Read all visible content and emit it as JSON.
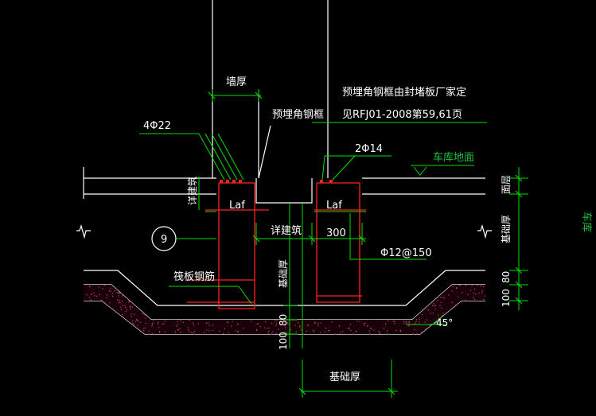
{
  "colors": {
    "background": "#000000",
    "outline": "#ffffff",
    "dimension": "#00e000",
    "rebar": "#ff2020",
    "label_green": "#20c040",
    "hatch": "#d04080"
  },
  "labels": {
    "wall_thickness": "墙厚",
    "embed_note_line1": "预埋角钢框由封堵板厂家定",
    "embed_note_line2": "见RFJ01-2008第59,61页",
    "embed_frame": "预埋角钢框",
    "rebar_4phi22": "4Φ22",
    "rebar_2phi14": "2Φ14",
    "garage_floor": "车库地面",
    "see_arch_left": "详建筑",
    "laf_left": "Laf",
    "laf_right": "Laf",
    "mark_9": "9",
    "see_arch_mid": "详建筑",
    "dim_300": "300",
    "rebar_phi12": "Φ12@150",
    "slab_rebar": "筏板钢筋",
    "base_thick_mid": "基础厚",
    "dim_80_mid": "80",
    "dim_100_mid": "100",
    "surface_layer": "面层",
    "base_thick_right": "基础厚",
    "dim_80_right": "80",
    "dim_100_right": "100",
    "angle_45": "45°",
    "base_thick_bottom": "基础厚",
    "garage_right": "车库"
  }
}
